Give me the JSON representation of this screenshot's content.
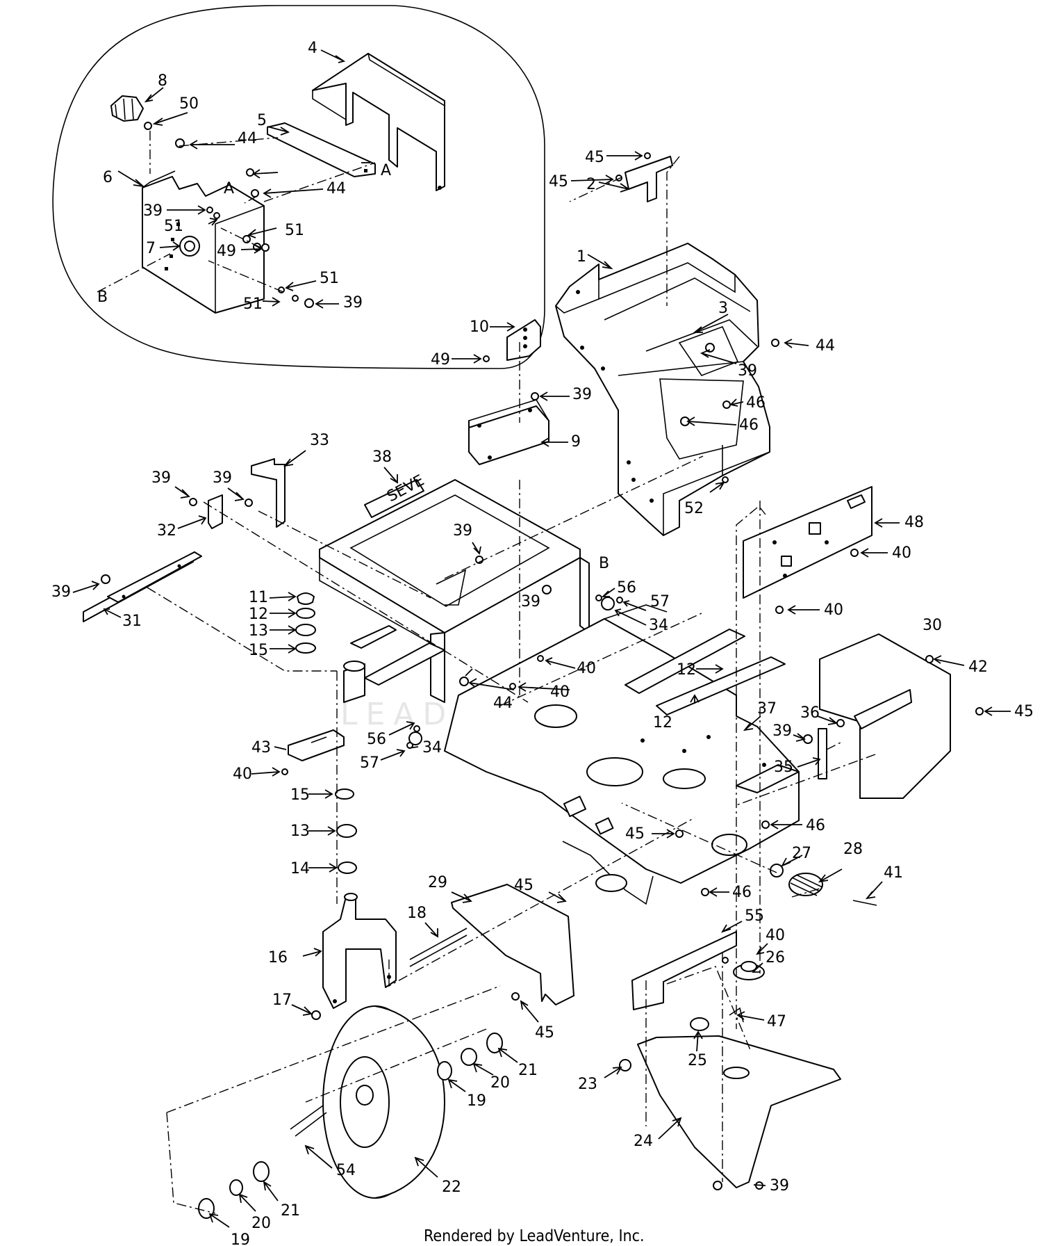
{
  "footer": {
    "rendered_by": "Rendered by LeadVenture, Inc."
  },
  "watermark": {
    "text": "LEADVENTURE"
  },
  "frame_logo": {
    "text": "SEVE"
  },
  "inset_letters": [
    {
      "id": "A1",
      "text": "A"
    },
    {
      "id": "A2",
      "text": "A"
    },
    {
      "id": "B1",
      "text": "B"
    },
    {
      "id": "B2",
      "text": "B"
    }
  ],
  "callouts": [
    {
      "id": "c4",
      "text": "4"
    },
    {
      "id": "c8",
      "text": "8"
    },
    {
      "id": "c50",
      "text": "50"
    },
    {
      "id": "c5",
      "text": "5"
    },
    {
      "id": "c44a",
      "text": "44"
    },
    {
      "id": "c6",
      "text": "6"
    },
    {
      "id": "c44b",
      "text": "44"
    },
    {
      "id": "c39a",
      "text": "39"
    },
    {
      "id": "c51a",
      "text": "51"
    },
    {
      "id": "c51b",
      "text": "51"
    },
    {
      "id": "c7",
      "text": "7"
    },
    {
      "id": "c49a",
      "text": "49"
    },
    {
      "id": "c51c",
      "text": "51"
    },
    {
      "id": "c51d",
      "text": "51"
    },
    {
      "id": "c39b",
      "text": "39"
    },
    {
      "id": "c45a",
      "text": "45"
    },
    {
      "id": "c45b",
      "text": "45"
    },
    {
      "id": "c2",
      "text": "2"
    },
    {
      "id": "c1",
      "text": "1"
    },
    {
      "id": "c3",
      "text": "3"
    },
    {
      "id": "c44c",
      "text": "44"
    },
    {
      "id": "c39c",
      "text": "39"
    },
    {
      "id": "c46a",
      "text": "46"
    },
    {
      "id": "c46b",
      "text": "46"
    },
    {
      "id": "c10",
      "text": "10"
    },
    {
      "id": "c49b",
      "text": "49"
    },
    {
      "id": "c39d",
      "text": "39"
    },
    {
      "id": "c9",
      "text": "9"
    },
    {
      "id": "c52",
      "text": "52"
    },
    {
      "id": "c48",
      "text": "48"
    },
    {
      "id": "c40a",
      "text": "40"
    },
    {
      "id": "c40b",
      "text": "40"
    },
    {
      "id": "c33",
      "text": "33"
    },
    {
      "id": "c38",
      "text": "38"
    },
    {
      "id": "c39e",
      "text": "39"
    },
    {
      "id": "c39f",
      "text": "39"
    },
    {
      "id": "c32",
      "text": "32"
    },
    {
      "id": "c39g",
      "text": "39"
    },
    {
      "id": "c39h",
      "text": "39"
    },
    {
      "id": "c31",
      "text": "31"
    },
    {
      "id": "c11",
      "text": "11"
    },
    {
      "id": "c12a",
      "text": "12"
    },
    {
      "id": "c13a",
      "text": "13"
    },
    {
      "id": "c15a",
      "text": "15"
    },
    {
      "id": "c39i",
      "text": "39"
    },
    {
      "id": "c56a",
      "text": "56"
    },
    {
      "id": "c57a",
      "text": "57"
    },
    {
      "id": "c34a",
      "text": "34"
    },
    {
      "id": "c40c",
      "text": "40"
    },
    {
      "id": "c40d",
      "text": "40"
    },
    {
      "id": "c44d",
      "text": "44"
    },
    {
      "id": "c30",
      "text": "30"
    },
    {
      "id": "c12b",
      "text": "12"
    },
    {
      "id": "c42",
      "text": "42"
    },
    {
      "id": "c12c",
      "text": "12"
    },
    {
      "id": "c37",
      "text": "37"
    },
    {
      "id": "c36",
      "text": "36"
    },
    {
      "id": "c45c",
      "text": "45"
    },
    {
      "id": "c39j",
      "text": "39"
    },
    {
      "id": "c56b",
      "text": "56"
    },
    {
      "id": "c34b",
      "text": "34"
    },
    {
      "id": "c57b",
      "text": "57"
    },
    {
      "id": "c43",
      "text": "43"
    },
    {
      "id": "c35",
      "text": "35"
    },
    {
      "id": "c40e",
      "text": "40"
    },
    {
      "id": "c15b",
      "text": "15"
    },
    {
      "id": "c46c",
      "text": "46"
    },
    {
      "id": "c13b",
      "text": "13"
    },
    {
      "id": "c45d",
      "text": "45"
    },
    {
      "id": "c27",
      "text": "27"
    },
    {
      "id": "c28",
      "text": "28"
    },
    {
      "id": "c14",
      "text": "14"
    },
    {
      "id": "c41",
      "text": "41"
    },
    {
      "id": "c29",
      "text": "29"
    },
    {
      "id": "c45e",
      "text": "45"
    },
    {
      "id": "c46d",
      "text": "46"
    },
    {
      "id": "c18",
      "text": "18"
    },
    {
      "id": "c55",
      "text": "55"
    },
    {
      "id": "c16",
      "text": "16"
    },
    {
      "id": "c40f",
      "text": "40"
    },
    {
      "id": "c26",
      "text": "26"
    },
    {
      "id": "c17",
      "text": "17"
    },
    {
      "id": "c45f",
      "text": "45"
    },
    {
      "id": "c47",
      "text": "47"
    },
    {
      "id": "c21a",
      "text": "21"
    },
    {
      "id": "c20a",
      "text": "20"
    },
    {
      "id": "c19a",
      "text": "19"
    },
    {
      "id": "c25",
      "text": "25"
    },
    {
      "id": "c23",
      "text": "23"
    },
    {
      "id": "c24",
      "text": "24"
    },
    {
      "id": "c39k",
      "text": "39"
    },
    {
      "id": "c54",
      "text": "54"
    },
    {
      "id": "c22",
      "text": "22"
    },
    {
      "id": "c21b",
      "text": "21"
    },
    {
      "id": "c20b",
      "text": "20"
    },
    {
      "id": "c19b",
      "text": "19"
    }
  ]
}
